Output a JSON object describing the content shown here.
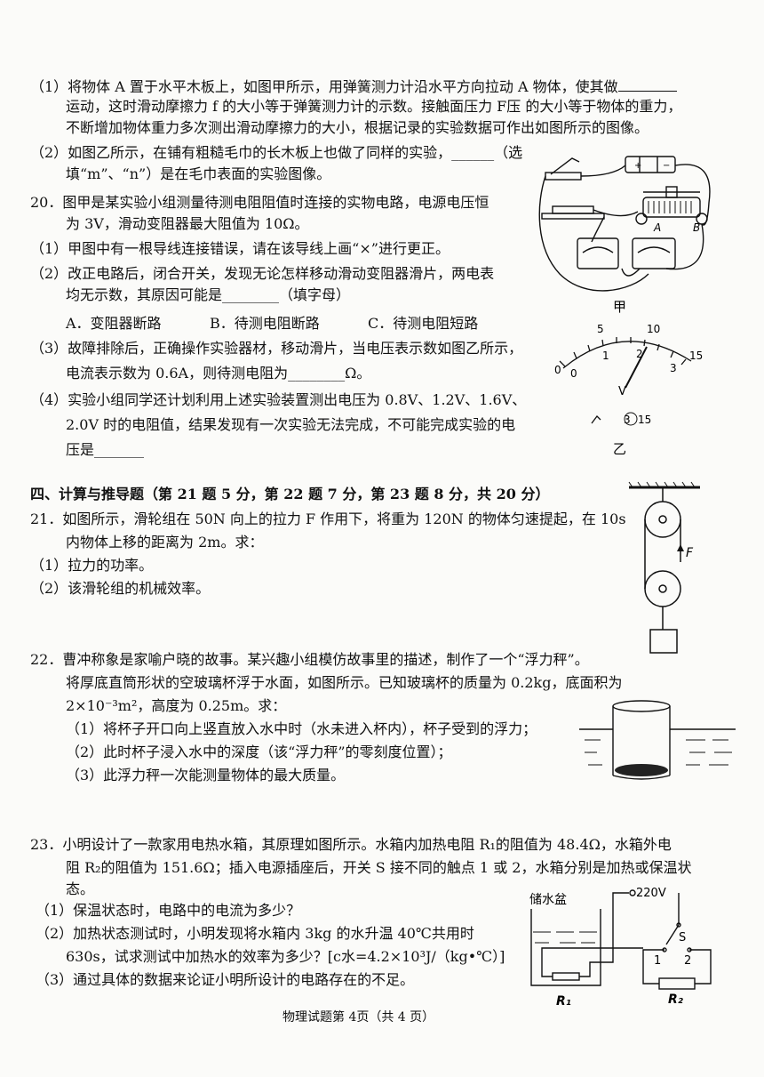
{
  "q19": {
    "p1_l1": "（1）将物体 A 置于水平木板上，如图甲所示，用弹簧测力计沿水平方向拉动 A 物体，使其做",
    "p1_l2": "运动，这时滑动摩擦力 f 的大小等于弹簧测力计的示数。接触面压力 F压 的大小等于物体的重力，",
    "p1_l3": "不断增加物体重力多次测出滑动摩擦力的大小，根据记录的实验数据可作出如图所示的图像。",
    "p2_l1": "（2）如图乙所示，在铺有粗糙毛巾的长木板上也做了同样的实验，______（选",
    "p2_l2": "填“m”、“n”）是在毛巾表面的实验图像。"
  },
  "q20": {
    "stem_l1": "20．图甲是某实验小组测量待测电阻阻值时连接的实物电路，电源电压恒",
    "stem_l2": "为 3V，滑动变阻器最大阻值为 10Ω。",
    "p1": "（1）甲图中有一根导线连接错误，请在该导线上画“×”进行更正。",
    "p2_l1": "（2）改正电路后，闭合开关，发现无论怎样移动滑动变阻器滑片，两电表",
    "p2_l2": "均无示数，其原因可能是________（填字母）",
    "opt_a": "A．变阻器断路",
    "opt_b": "B．待测电阻断路",
    "opt_c": "C．待测电阻短路",
    "p3_l1": "（3）故障排除后，正确操作实验器材，移动滑片，当电压表示数如图乙所示，",
    "p3_l2": "电流表示数为 0.6A，则待测电阻为________Ω。",
    "p4_l1": "（4）实验小组同学还计划利用上述实验装置测出电压为 0.8V、1.2V、1.6V、",
    "p4_l2": "2.0V 时的电阻值，结果发现有一次实验无法完成，不可能完成实验的电",
    "p4_l3": "压是_______",
    "fig_jia": "甲",
    "fig_yi": "乙",
    "meter": {
      "top_labels": [
        "0",
        "5",
        "10",
        "15"
      ],
      "bottom_labels": [
        "0",
        "1",
        "2",
        "3"
      ],
      "unit": "V",
      "terminals": [
        "3",
        "15"
      ],
      "labels_ab": [
        "A",
        "B"
      ]
    }
  },
  "section4": {
    "title": "四、计算与推导题（第 21 题 5 分，第 22 题 7 分，第 23 题 8 分，共 20 分）"
  },
  "q21": {
    "stem_l1": "21．如图所示，滑轮组在 50N 向上的拉力 F 作用下，将重为 120N 的物体匀速提起，在 10s",
    "stem_l2": "内物体上移的距离为 2m。求：",
    "p1": "（1）拉力的功率。",
    "p2": "（2）该滑轮组的机械效率。",
    "fig_F": "F"
  },
  "q22": {
    "stem_l1": "22．曹冲称象是家喻户晓的故事。某兴趣小组模仿故事里的描述，制作了一个“浮力秤”。",
    "stem_l2": "将厚底直筒形状的空玻璃杯浮于水面，如图所示。已知玻璃杯的质量为 0.2kg，底面积为",
    "stem_l3": "2×10⁻³m²，高度为 0.25m。求：",
    "p1": "（1）将杯子开口向上竖直放入水中时（水未进入杯内），杯子受到的浮力；",
    "p2": "（2）此时杯子浸入水中的深度（该“浮力秤”的零刻度位置）；",
    "p3": "（3）此浮力秤一次能测量物体的最大质量。"
  },
  "q23": {
    "stem_l1": "23．小明设计了一款家用电热水箱，其原理如图所示。水箱内加热电阻 R₁的阻值为 48.4Ω，水箱外电",
    "stem_l2": "阻 R₂的阻值为 151.6Ω；插入电源插座后，开关 S 接不同的触点 1 或 2，水箱分别是加热或保温状",
    "stem_l3": "态。",
    "p1": "（1）保温状态时，电路中的电流为多少？",
    "p2_l1": "（2）加热状态测试时，小明发现将水箱内 3kg 的水升温 40℃共用时",
    "p2_l2": "630s，试求测试中加热水的效率为多少？[c水=4.2×10³J/（kg•℃）]",
    "p3": "（3）通过具体的数据来论证小明所设计的电路存在的不足。",
    "fig": {
      "tank_label": "储水盆",
      "voltage": "220V",
      "switch": "S",
      "contact1": "1",
      "contact2": "2",
      "r1": "R₁",
      "r2": "R₂"
    }
  },
  "footer": "物理试题第 4页（共 4 页）"
}
